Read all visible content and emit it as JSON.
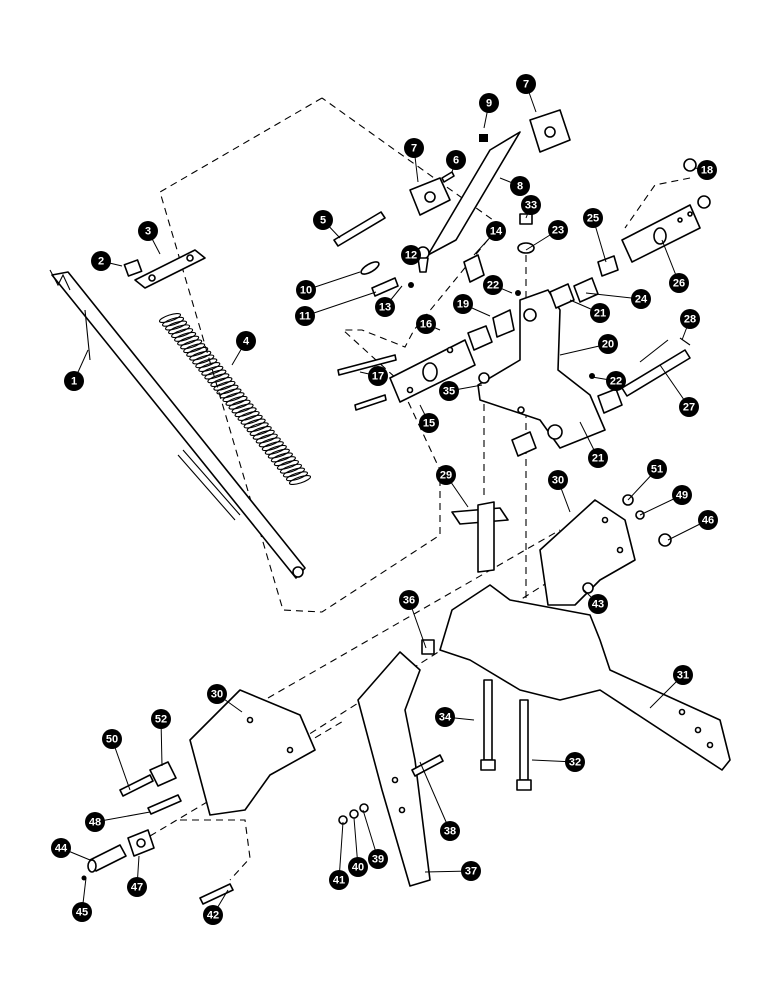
{
  "diagram": {
    "callouts": [
      "1",
      "2",
      "3",
      "4",
      "5",
      "6",
      "7",
      "7",
      "8",
      "9",
      "10",
      "11",
      "12",
      "13",
      "14",
      "15",
      "16",
      "17",
      "18",
      "19",
      "20",
      "21",
      "21",
      "22",
      "22",
      "23",
      "24",
      "25",
      "26",
      "27",
      "28",
      "29",
      "30",
      "30",
      "31",
      "32",
      "33",
      "34",
      "35",
      "36",
      "37",
      "38",
      "39",
      "40",
      "41",
      "42",
      "43",
      "44",
      "45",
      "46",
      "47",
      "48",
      "49",
      "50",
      "51",
      "52"
    ]
  }
}
